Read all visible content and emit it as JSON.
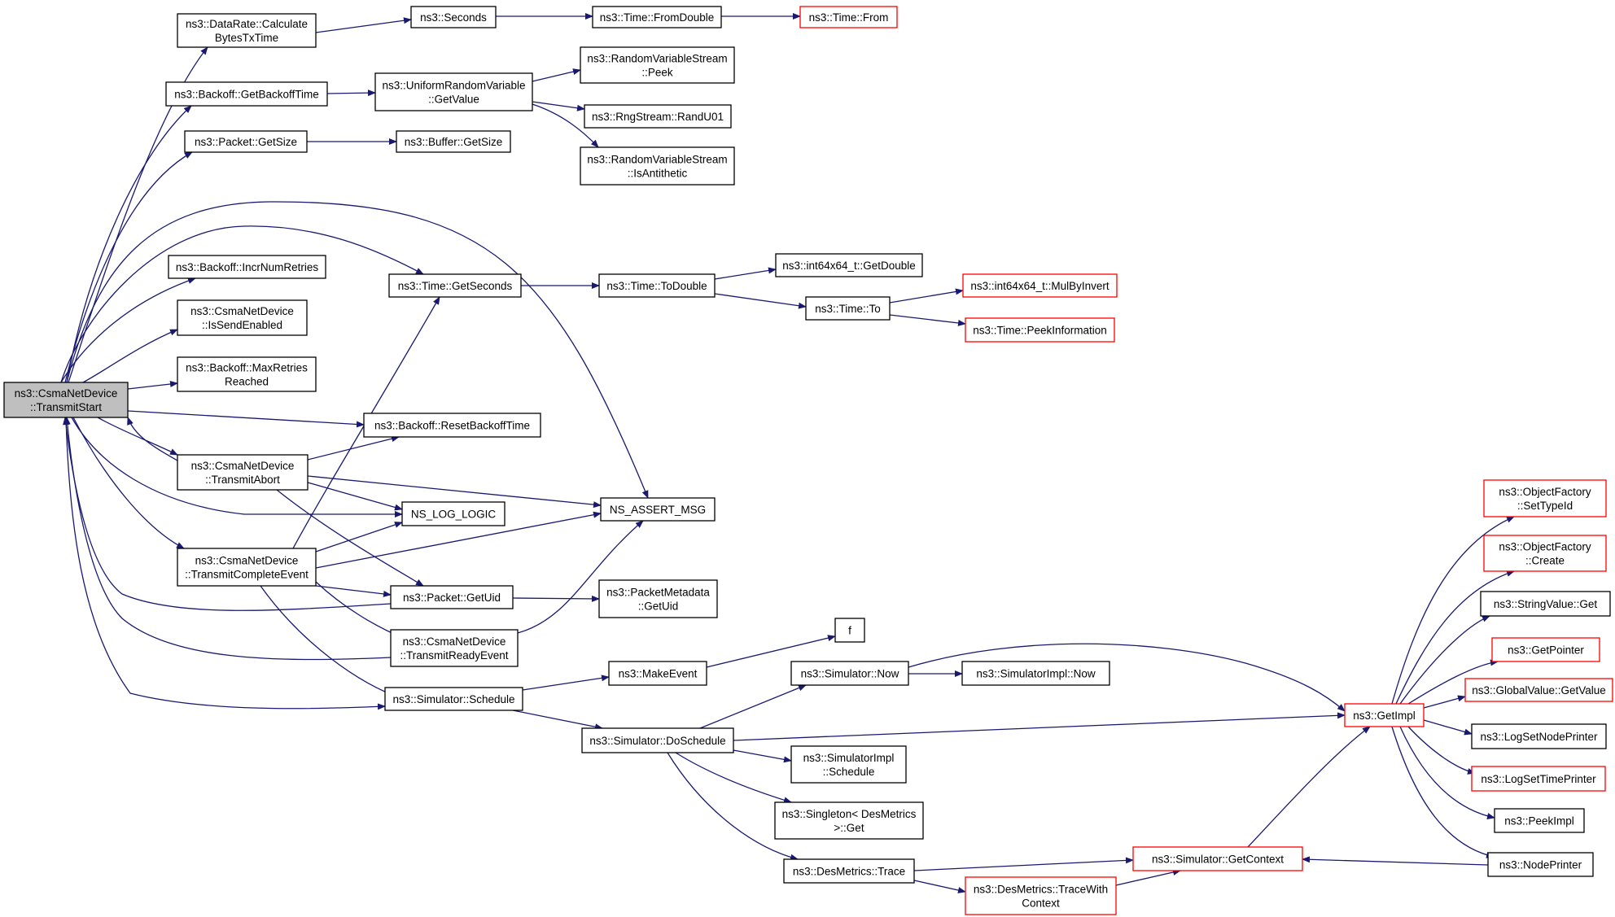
{
  "diagram": {
    "colors": {
      "edge": "#191970",
      "box_border": "#000000",
      "truncated_border": "#ff0000",
      "root_fill": "#bfbfbf",
      "background": "#ffffff"
    },
    "nodes": [
      {
        "id": "root",
        "lines": [
          "ns3::CsmaNetDevice",
          "::TransmitStart"
        ],
        "style": "root"
      },
      {
        "id": "calc",
        "lines": [
          "ns3::DataRate::Calculate",
          "BytesTxTime"
        ]
      },
      {
        "id": "seconds",
        "lines": [
          "ns3::Seconds"
        ]
      },
      {
        "id": "fromdouble",
        "lines": [
          "ns3::Time::FromDouble"
        ]
      },
      {
        "id": "from",
        "lines": [
          "ns3::Time::From"
        ],
        "style": "red"
      },
      {
        "id": "getbackoff",
        "lines": [
          "ns3::Backoff::GetBackoffTime"
        ]
      },
      {
        "id": "urv",
        "lines": [
          "ns3::UniformRandomVariable",
          "::GetValue"
        ]
      },
      {
        "id": "rvspeek",
        "lines": [
          "ns3::RandomVariableStream",
          "::Peek"
        ]
      },
      {
        "id": "rand01",
        "lines": [
          "ns3::RngStream::RandU01"
        ]
      },
      {
        "id": "isanti",
        "lines": [
          "ns3::RandomVariableStream",
          "::IsAntithetic"
        ]
      },
      {
        "id": "pktsize",
        "lines": [
          "ns3::Packet::GetSize"
        ]
      },
      {
        "id": "bufsize",
        "lines": [
          "ns3::Buffer::GetSize"
        ]
      },
      {
        "id": "incr",
        "lines": [
          "ns3::Backoff::IncrNumRetries"
        ]
      },
      {
        "id": "getsec",
        "lines": [
          "ns3::Time::GetSeconds"
        ]
      },
      {
        "id": "todouble",
        "lines": [
          "ns3::Time::ToDouble"
        ]
      },
      {
        "id": "i64getdouble",
        "lines": [
          "ns3::int64x64_t::GetDouble"
        ]
      },
      {
        "id": "mulbyinv",
        "lines": [
          "ns3::int64x64_t::MulByInvert"
        ],
        "style": "red"
      },
      {
        "id": "timeto",
        "lines": [
          "ns3::Time::To"
        ]
      },
      {
        "id": "peekinfo",
        "lines": [
          "ns3::Time::PeekInformation"
        ],
        "style": "red"
      },
      {
        "id": "issend",
        "lines": [
          "ns3::CsmaNetDevice",
          "::IsSendEnabled"
        ]
      },
      {
        "id": "maxret",
        "lines": [
          "ns3::Backoff::MaxRetries",
          "Reached"
        ]
      },
      {
        "id": "resetbo",
        "lines": [
          "ns3::Backoff::ResetBackoffTime"
        ]
      },
      {
        "id": "abort",
        "lines": [
          "ns3::CsmaNetDevice",
          "::TransmitAbort"
        ]
      },
      {
        "id": "nslog",
        "lines": [
          "NS_LOG_LOGIC"
        ]
      },
      {
        "id": "nsassert",
        "lines": [
          "NS_ASSERT_MSG"
        ]
      },
      {
        "id": "complete",
        "lines": [
          "ns3::CsmaNetDevice",
          "::TransmitCompleteEvent"
        ]
      },
      {
        "id": "getuid",
        "lines": [
          "ns3::Packet::GetUid"
        ]
      },
      {
        "id": "pmgetuid",
        "lines": [
          "ns3::PacketMetadata",
          "::GetUid"
        ]
      },
      {
        "id": "ready",
        "lines": [
          "ns3::CsmaNetDevice",
          "::TransmitReadyEvent"
        ]
      },
      {
        "id": "f",
        "lines": [
          "f"
        ]
      },
      {
        "id": "makeevent",
        "lines": [
          "ns3::MakeEvent"
        ]
      },
      {
        "id": "schedule",
        "lines": [
          "ns3::Simulator::Schedule"
        ]
      },
      {
        "id": "simnow",
        "lines": [
          "ns3::Simulator::Now"
        ]
      },
      {
        "id": "implnow",
        "lines": [
          "ns3::SimulatorImpl::Now"
        ]
      },
      {
        "id": "dosched",
        "lines": [
          "ns3::Simulator::DoSchedule"
        ]
      },
      {
        "id": "implsched",
        "lines": [
          "ns3::SimulatorImpl",
          "::Schedule"
        ]
      },
      {
        "id": "singleton",
        "lines": [
          "ns3::Singleton< DesMetrics",
          ">::Get"
        ]
      },
      {
        "id": "trace",
        "lines": [
          "ns3::DesMetrics::Trace"
        ]
      },
      {
        "id": "tracewith",
        "lines": [
          "ns3::DesMetrics::TraceWith",
          "Context"
        ],
        "style": "red"
      },
      {
        "id": "getctx",
        "lines": [
          "ns3::Simulator::GetContext"
        ],
        "style": "red"
      },
      {
        "id": "getimpl",
        "lines": [
          "ns3::GetImpl"
        ],
        "style": "red"
      },
      {
        "id": "settypeid",
        "lines": [
          "ns3::ObjectFactory",
          "::SetTypeId"
        ],
        "style": "red"
      },
      {
        "id": "create",
        "lines": [
          "ns3::ObjectFactory",
          "::Create"
        ],
        "style": "red"
      },
      {
        "id": "strget",
        "lines": [
          "ns3::StringValue::Get"
        ]
      },
      {
        "id": "getptr",
        "lines": [
          "ns3::GetPointer"
        ],
        "style": "red"
      },
      {
        "id": "gvget",
        "lines": [
          "ns3::GlobalValue::GetValue"
        ],
        "style": "red"
      },
      {
        "id": "lognode",
        "lines": [
          "ns3::LogSetNodePrinter"
        ]
      },
      {
        "id": "logtime",
        "lines": [
          "ns3::LogSetTimePrinter"
        ],
        "style": "red"
      },
      {
        "id": "peekimpl",
        "lines": [
          "ns3::PeekImpl"
        ]
      },
      {
        "id": "nodeprinter",
        "lines": [
          "ns3::NodePrinter"
        ]
      }
    ]
  }
}
